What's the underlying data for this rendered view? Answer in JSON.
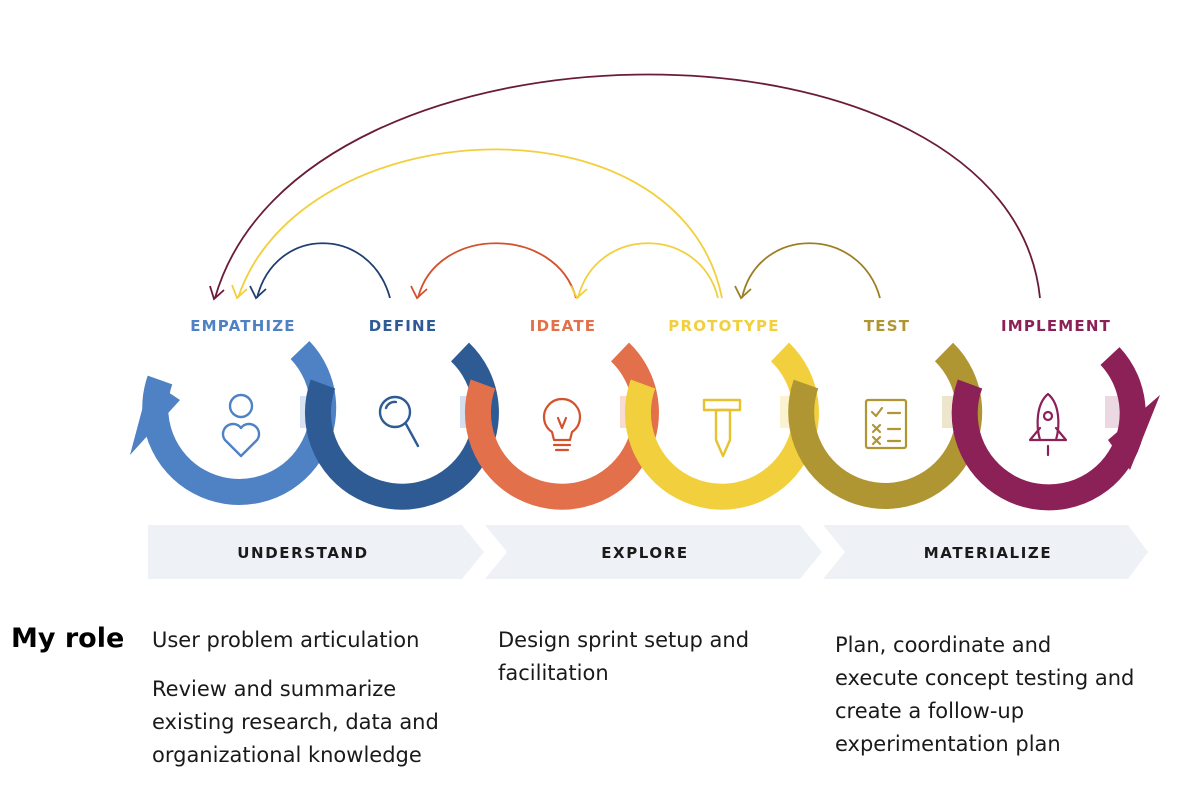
{
  "stages": [
    {
      "name": "EMPATHIZE",
      "color": "#4e82c4",
      "icon": "person-heart-icon"
    },
    {
      "name": "DEFINE",
      "color": "#2f5b95",
      "icon": "magnifier-icon"
    },
    {
      "name": "IDEATE",
      "color": "#e2704a",
      "icon": "lightbulb-icon"
    },
    {
      "name": "PROTOTYPE",
      "color": "#f2cf3c",
      "icon": "hammer-pencil-icon"
    },
    {
      "name": "TEST",
      "color": "#b09633",
      "icon": "checklist-icon"
    },
    {
      "name": "IMPLEMENT",
      "color": "#8c2157",
      "icon": "rocket-icon"
    }
  ],
  "phases": [
    "UNDERSTAND",
    "EXPLORE",
    "MATERIALIZE"
  ],
  "phase_band_color": "#eef1f6",
  "feedback_arrows": [
    {
      "from": "DEFINE",
      "to": "EMPATHIZE",
      "color": "#1f3f70"
    },
    {
      "from": "IDEATE",
      "to": "DEFINE",
      "color": "#d2522e"
    },
    {
      "from": "PROTOTYPE",
      "to": "IDEATE",
      "color": "#f2cf3c"
    },
    {
      "from": "TEST",
      "to": "PROTOTYPE",
      "color": "#9c7f25"
    },
    {
      "from": "PROTOTYPE",
      "to": "EMPATHIZE",
      "color": "#f2cf3c"
    },
    {
      "from": "IMPLEMENT",
      "to": "EMPATHIZE",
      "color": "#6a1b3b"
    }
  ],
  "role": {
    "title": "My role",
    "understand": [
      "User problem articulation",
      "Review and summarize existing research, data and organizational knowledge"
    ],
    "explore": [
      "Design sprint setup and facilitation"
    ],
    "materialize": [
      "Plan, coordinate and execute concept testing and create a follow-up experimentation plan"
    ]
  }
}
